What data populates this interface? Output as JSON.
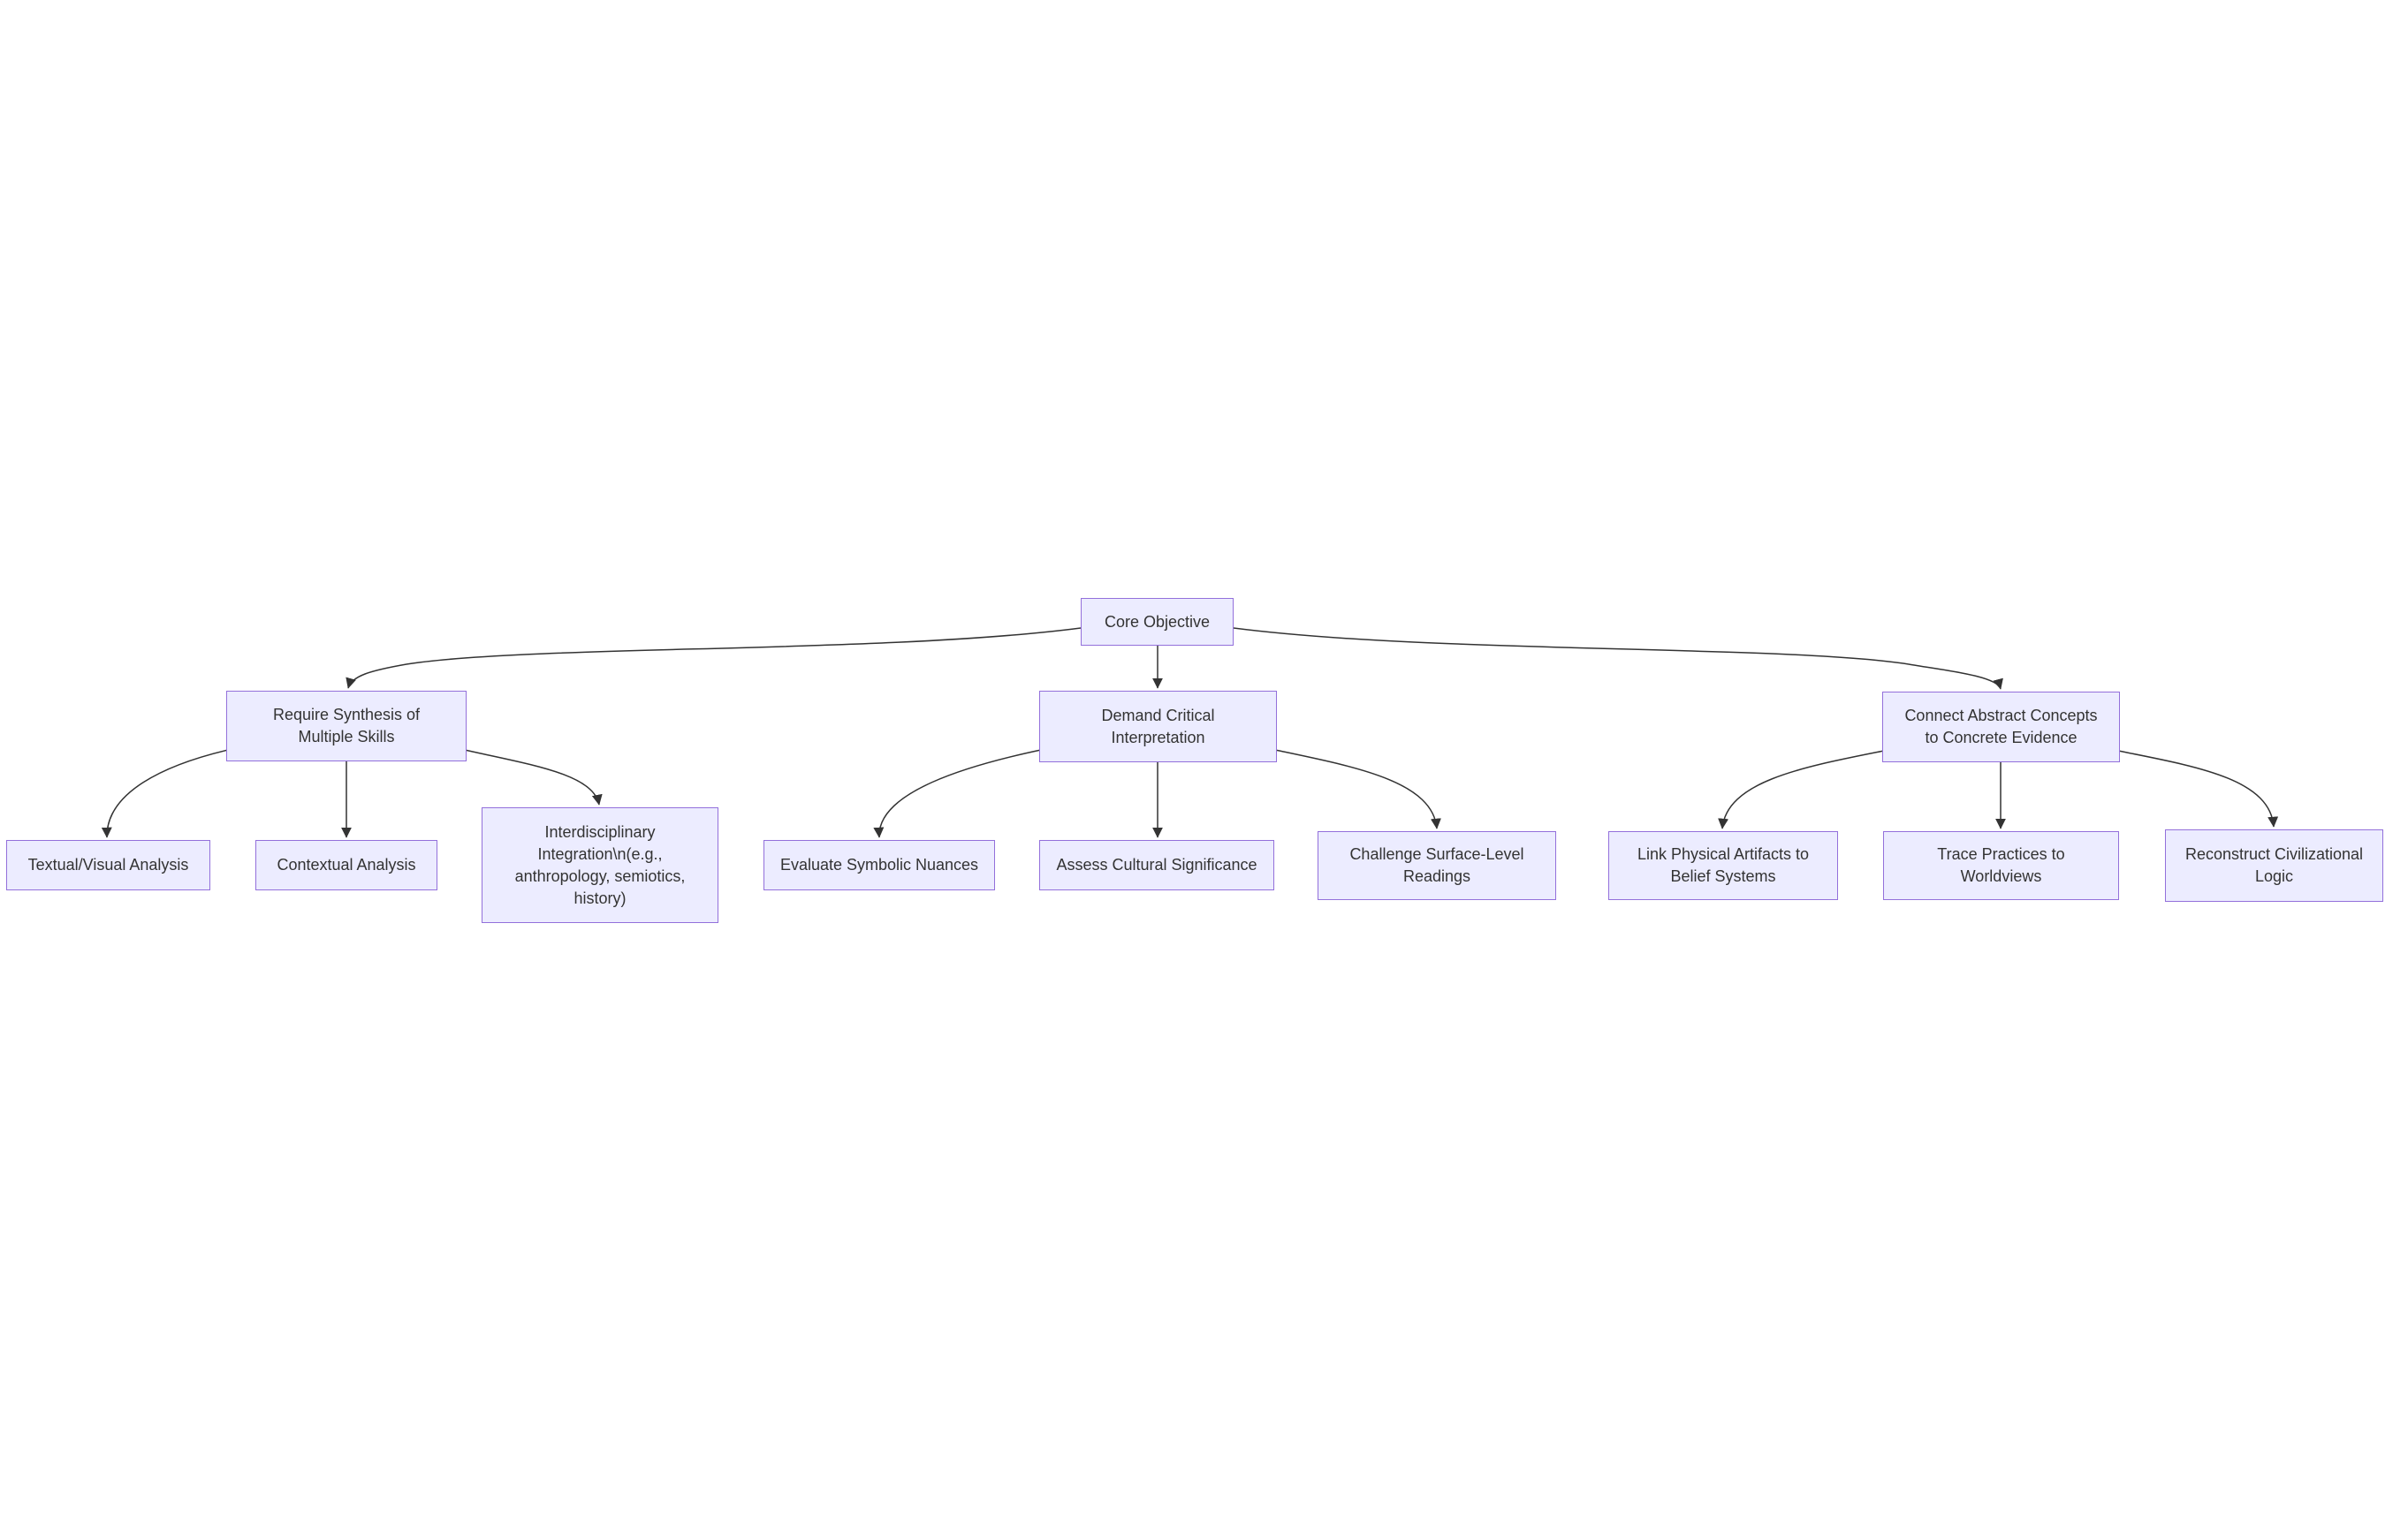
{
  "diagram": {
    "type": "flowchart-top-down",
    "background_color": "#ffffff",
    "node_fill_color": "#ECECFF",
    "node_border_color": "#9370DB",
    "node_text_color": "#333333",
    "edge_color": "#333333",
    "nodes": {
      "core": {
        "label": "Core Objective"
      },
      "require": {
        "label": "Require Synthesis of\nMultiple Skills"
      },
      "demand": {
        "label": "Demand Critical\nInterpretation"
      },
      "connect": {
        "label": "Connect Abstract Concepts\nto Concrete Evidence"
      },
      "textual": {
        "label": "Textual/Visual Analysis"
      },
      "contextual": {
        "label": "Contextual Analysis"
      },
      "interdisciplinary": {
        "label": "Interdisciplinary\nIntegration\\n(e.g.,\nanthropology, semiotics,\nhistory)"
      },
      "evaluate": {
        "label": "Evaluate Symbolic Nuances"
      },
      "assess": {
        "label": "Assess Cultural Significance"
      },
      "challenge": {
        "label": "Challenge Surface-Level\nReadings"
      },
      "link": {
        "label": "Link Physical Artifacts to\nBelief Systems"
      },
      "trace": {
        "label": "Trace Practices to\nWorldviews"
      },
      "reconstruct": {
        "label": "Reconstruct Civilizational\nLogic"
      }
    },
    "edges": [
      {
        "from": "core",
        "to": "require"
      },
      {
        "from": "core",
        "to": "demand"
      },
      {
        "from": "core",
        "to": "connect"
      },
      {
        "from": "require",
        "to": "textual"
      },
      {
        "from": "require",
        "to": "contextual"
      },
      {
        "from": "require",
        "to": "interdisciplinary"
      },
      {
        "from": "demand",
        "to": "evaluate"
      },
      {
        "from": "demand",
        "to": "assess"
      },
      {
        "from": "demand",
        "to": "challenge"
      },
      {
        "from": "connect",
        "to": "link"
      },
      {
        "from": "connect",
        "to": "trace"
      },
      {
        "from": "connect",
        "to": "reconstruct"
      }
    ]
  }
}
